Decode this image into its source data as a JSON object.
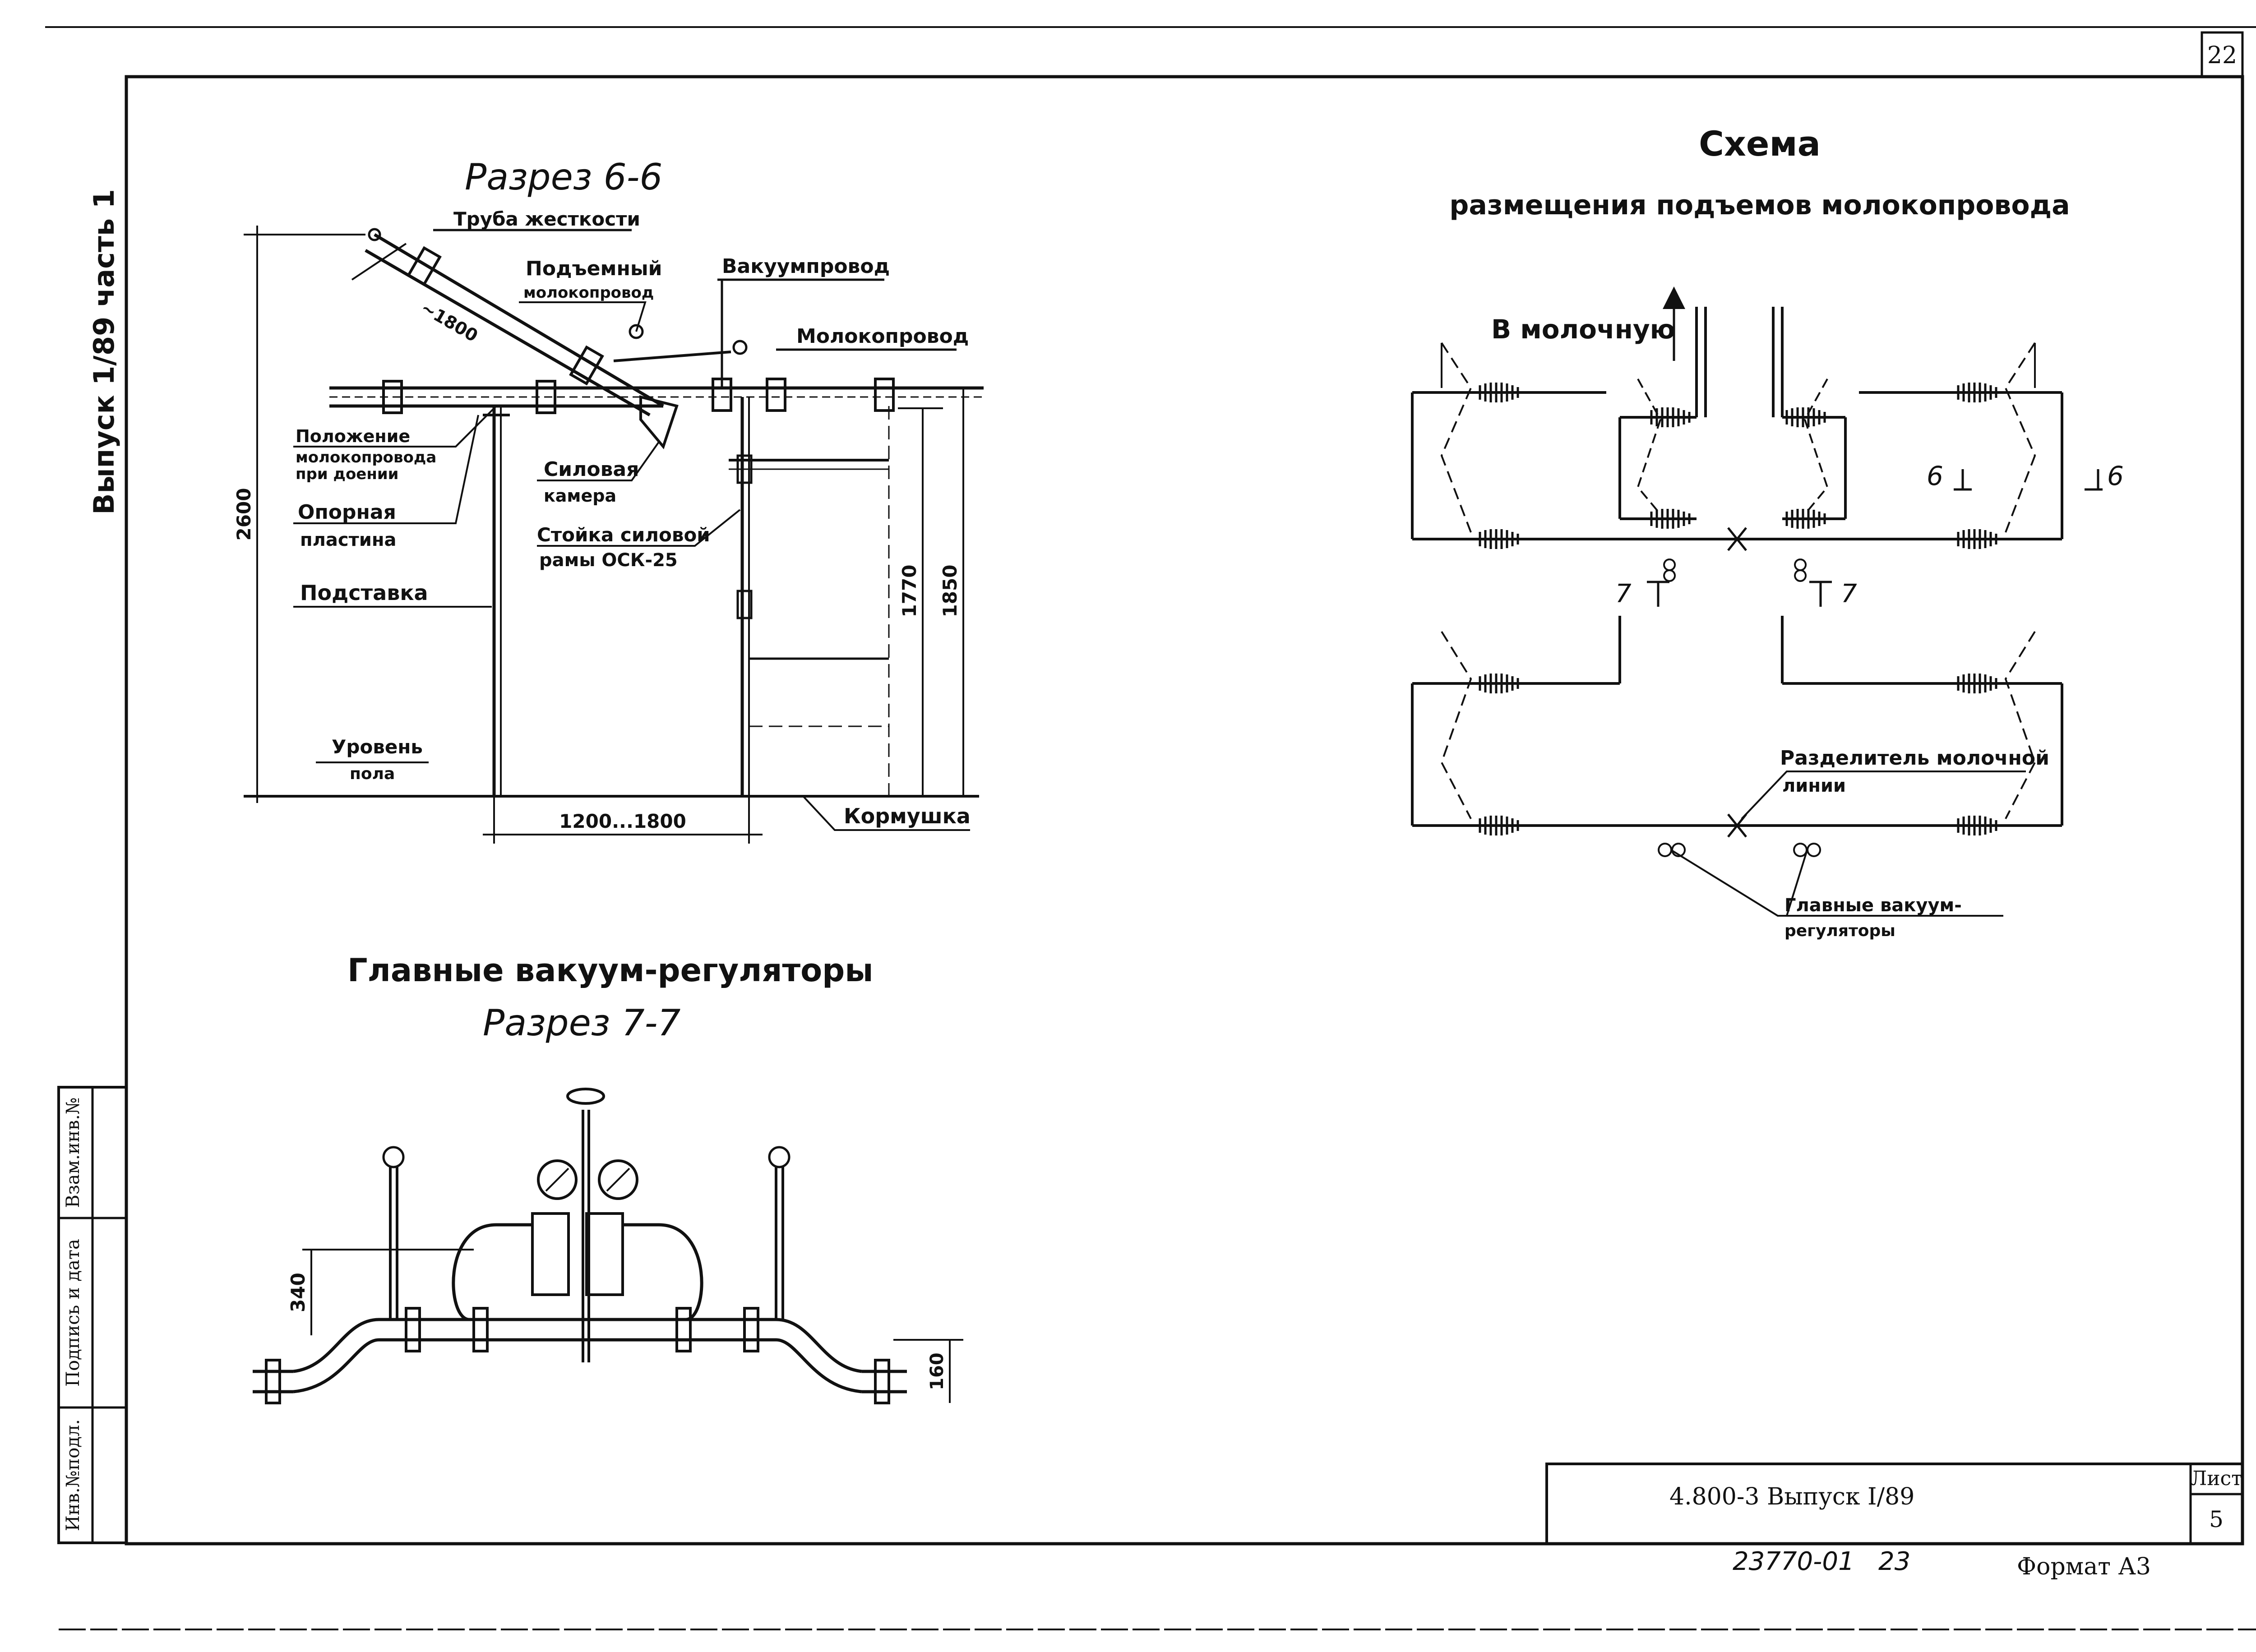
{
  "sheet": {
    "page_number": "22",
    "side_title": "Выпуск 1/89 часть 1",
    "side_stamp": [
      "Инв.№подл.",
      "Подпись и дата",
      "Взам.инв.№"
    ],
    "bottom_numbers": "23770-01   23",
    "format": "Формат А3"
  },
  "title_block": {
    "code": "4.800-3  Выпуск I/89",
    "sheet_label": "Лист",
    "sheet_number": "5"
  },
  "section_6": {
    "title": "Разрез 6-6",
    "labels": {
      "stiffener_pipe": "Труба жесткости",
      "lifting_line_1": "Подъемный",
      "lifting_line_2": "молокопровод",
      "vacuum_line": "Вакуумпровод",
      "milk_line": "Молокопровод",
      "position_1": "Положение",
      "position_2": "молокопровода",
      "position_3": "при доении",
      "support_1": "Опорная",
      "support_2": "пластина",
      "insert": "Подставка",
      "power_chamber_1": "Силовая",
      "power_chamber_2": "камера",
      "power_frame_1": "Стойка силовой",
      "power_frame_2": "рамы ОСК-25",
      "floor_1": "Уровень",
      "floor_2": "пола",
      "feeder": "Кормушка"
    },
    "dimensions": {
      "height_total": "2600",
      "length_incline": "~1800",
      "height_1770": "1770",
      "height_1850": "1850",
      "span": "1200...1800"
    }
  },
  "section_7": {
    "title": "Главные вакуум-регуляторы",
    "subtitle": "Разрез 7-7",
    "dimensions": {
      "h340": "340",
      "h160": "160"
    }
  },
  "scheme": {
    "title_1": "Схема",
    "title_2": "размещения подъемов молокопровода",
    "to_milk_room": "В молочную",
    "cut6_left": "6",
    "cut6_right": "6",
    "cut7_left": "7",
    "cut7_right": "7",
    "separator_1": "Разделитель молочной",
    "separator_2": "линии",
    "regulators_1": "Главные вакуум-",
    "regulators_2": "регуляторы"
  }
}
